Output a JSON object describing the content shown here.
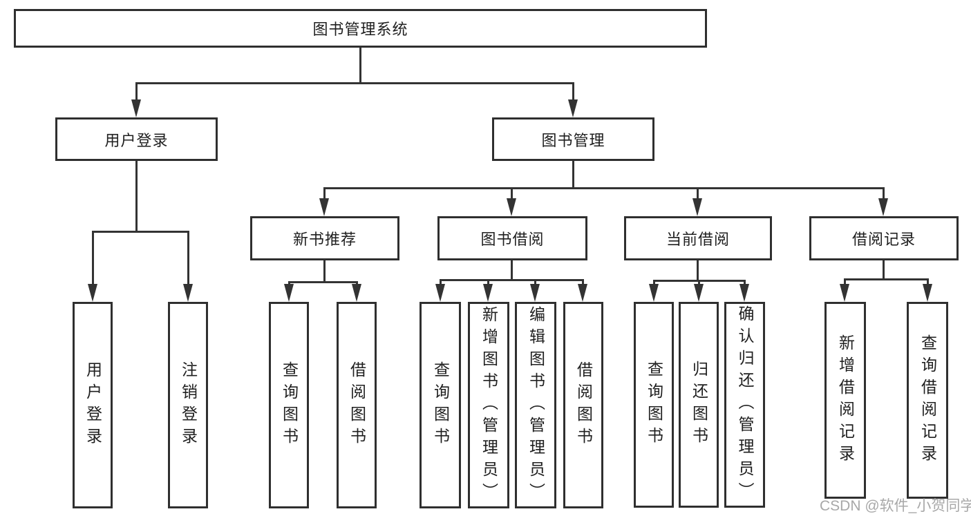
{
  "diagram": {
    "root": {
      "label": "图书管理系统"
    },
    "level2": [
      {
        "label": "用户登录"
      },
      {
        "label": "图书管理"
      }
    ],
    "level3": [
      {
        "label": "新书推荐"
      },
      {
        "label": "图书借阅"
      },
      {
        "label": "当前借阅"
      },
      {
        "label": "借阅记录"
      }
    ],
    "leaves": {
      "user_login": [
        {
          "label": "用户登录"
        },
        {
          "label": "注销登录"
        }
      ],
      "new_book": [
        {
          "label": "查询图书"
        },
        {
          "label": "借阅图书"
        }
      ],
      "book_borrow": [
        {
          "label": "查询图书"
        },
        {
          "label": "新增图书（管理员）"
        },
        {
          "label": "编辑图书（管理员）"
        },
        {
          "label": "借阅图书"
        }
      ],
      "current_borrow": [
        {
          "label": "查询图书"
        },
        {
          "label": "归还图书"
        },
        {
          "label": "确认归还（管理员）"
        }
      ],
      "records": [
        {
          "label": "新增借阅记录"
        },
        {
          "label": "查询借阅记录"
        }
      ]
    },
    "watermark": "CSDN @软件_小贺同学",
    "colors": {
      "line": "#333333",
      "box_border": "#2f2f2f",
      "text": "#1f1f1f",
      "watermark": "#a8a8a8",
      "background": "#ffffff"
    }
  }
}
